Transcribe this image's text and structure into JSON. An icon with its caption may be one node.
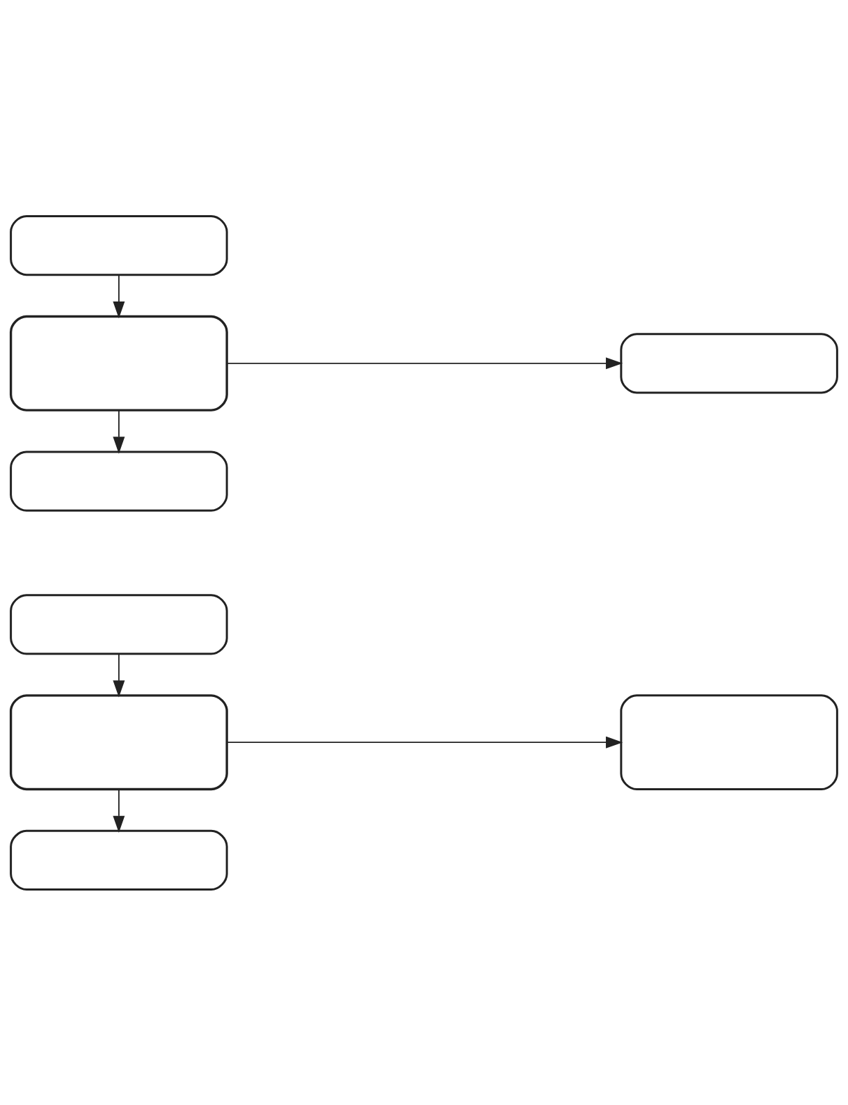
{
  "diagram": {
    "nodes": [
      {
        "text": [],
        "shape": "box"
      },
      {
        "text": [],
        "shape": "box"
      },
      {
        "text": [],
        "shape": "box"
      },
      {
        "text": [],
        "shape": "box"
      },
      {
        "text": [],
        "shape": "box"
      },
      {
        "text": [],
        "shape": "box"
      },
      {
        "text": [],
        "shape": "box"
      },
      {
        "text": [],
        "shape": "box"
      }
    ],
    "edges": [
      {
        "from": 0,
        "to": 1,
        "arrow": "to"
      },
      {
        "from": 1,
        "to": 2,
        "arrow": "to"
      },
      {
        "from": 1,
        "to": 3,
        "arrow": "to"
      },
      {
        "from": 4,
        "to": 5,
        "arrow": "to"
      },
      {
        "from": 5,
        "to": 6,
        "arrow": "to"
      },
      {
        "from": 5,
        "to": 7,
        "arrow": "to"
      }
    ]
  }
}
